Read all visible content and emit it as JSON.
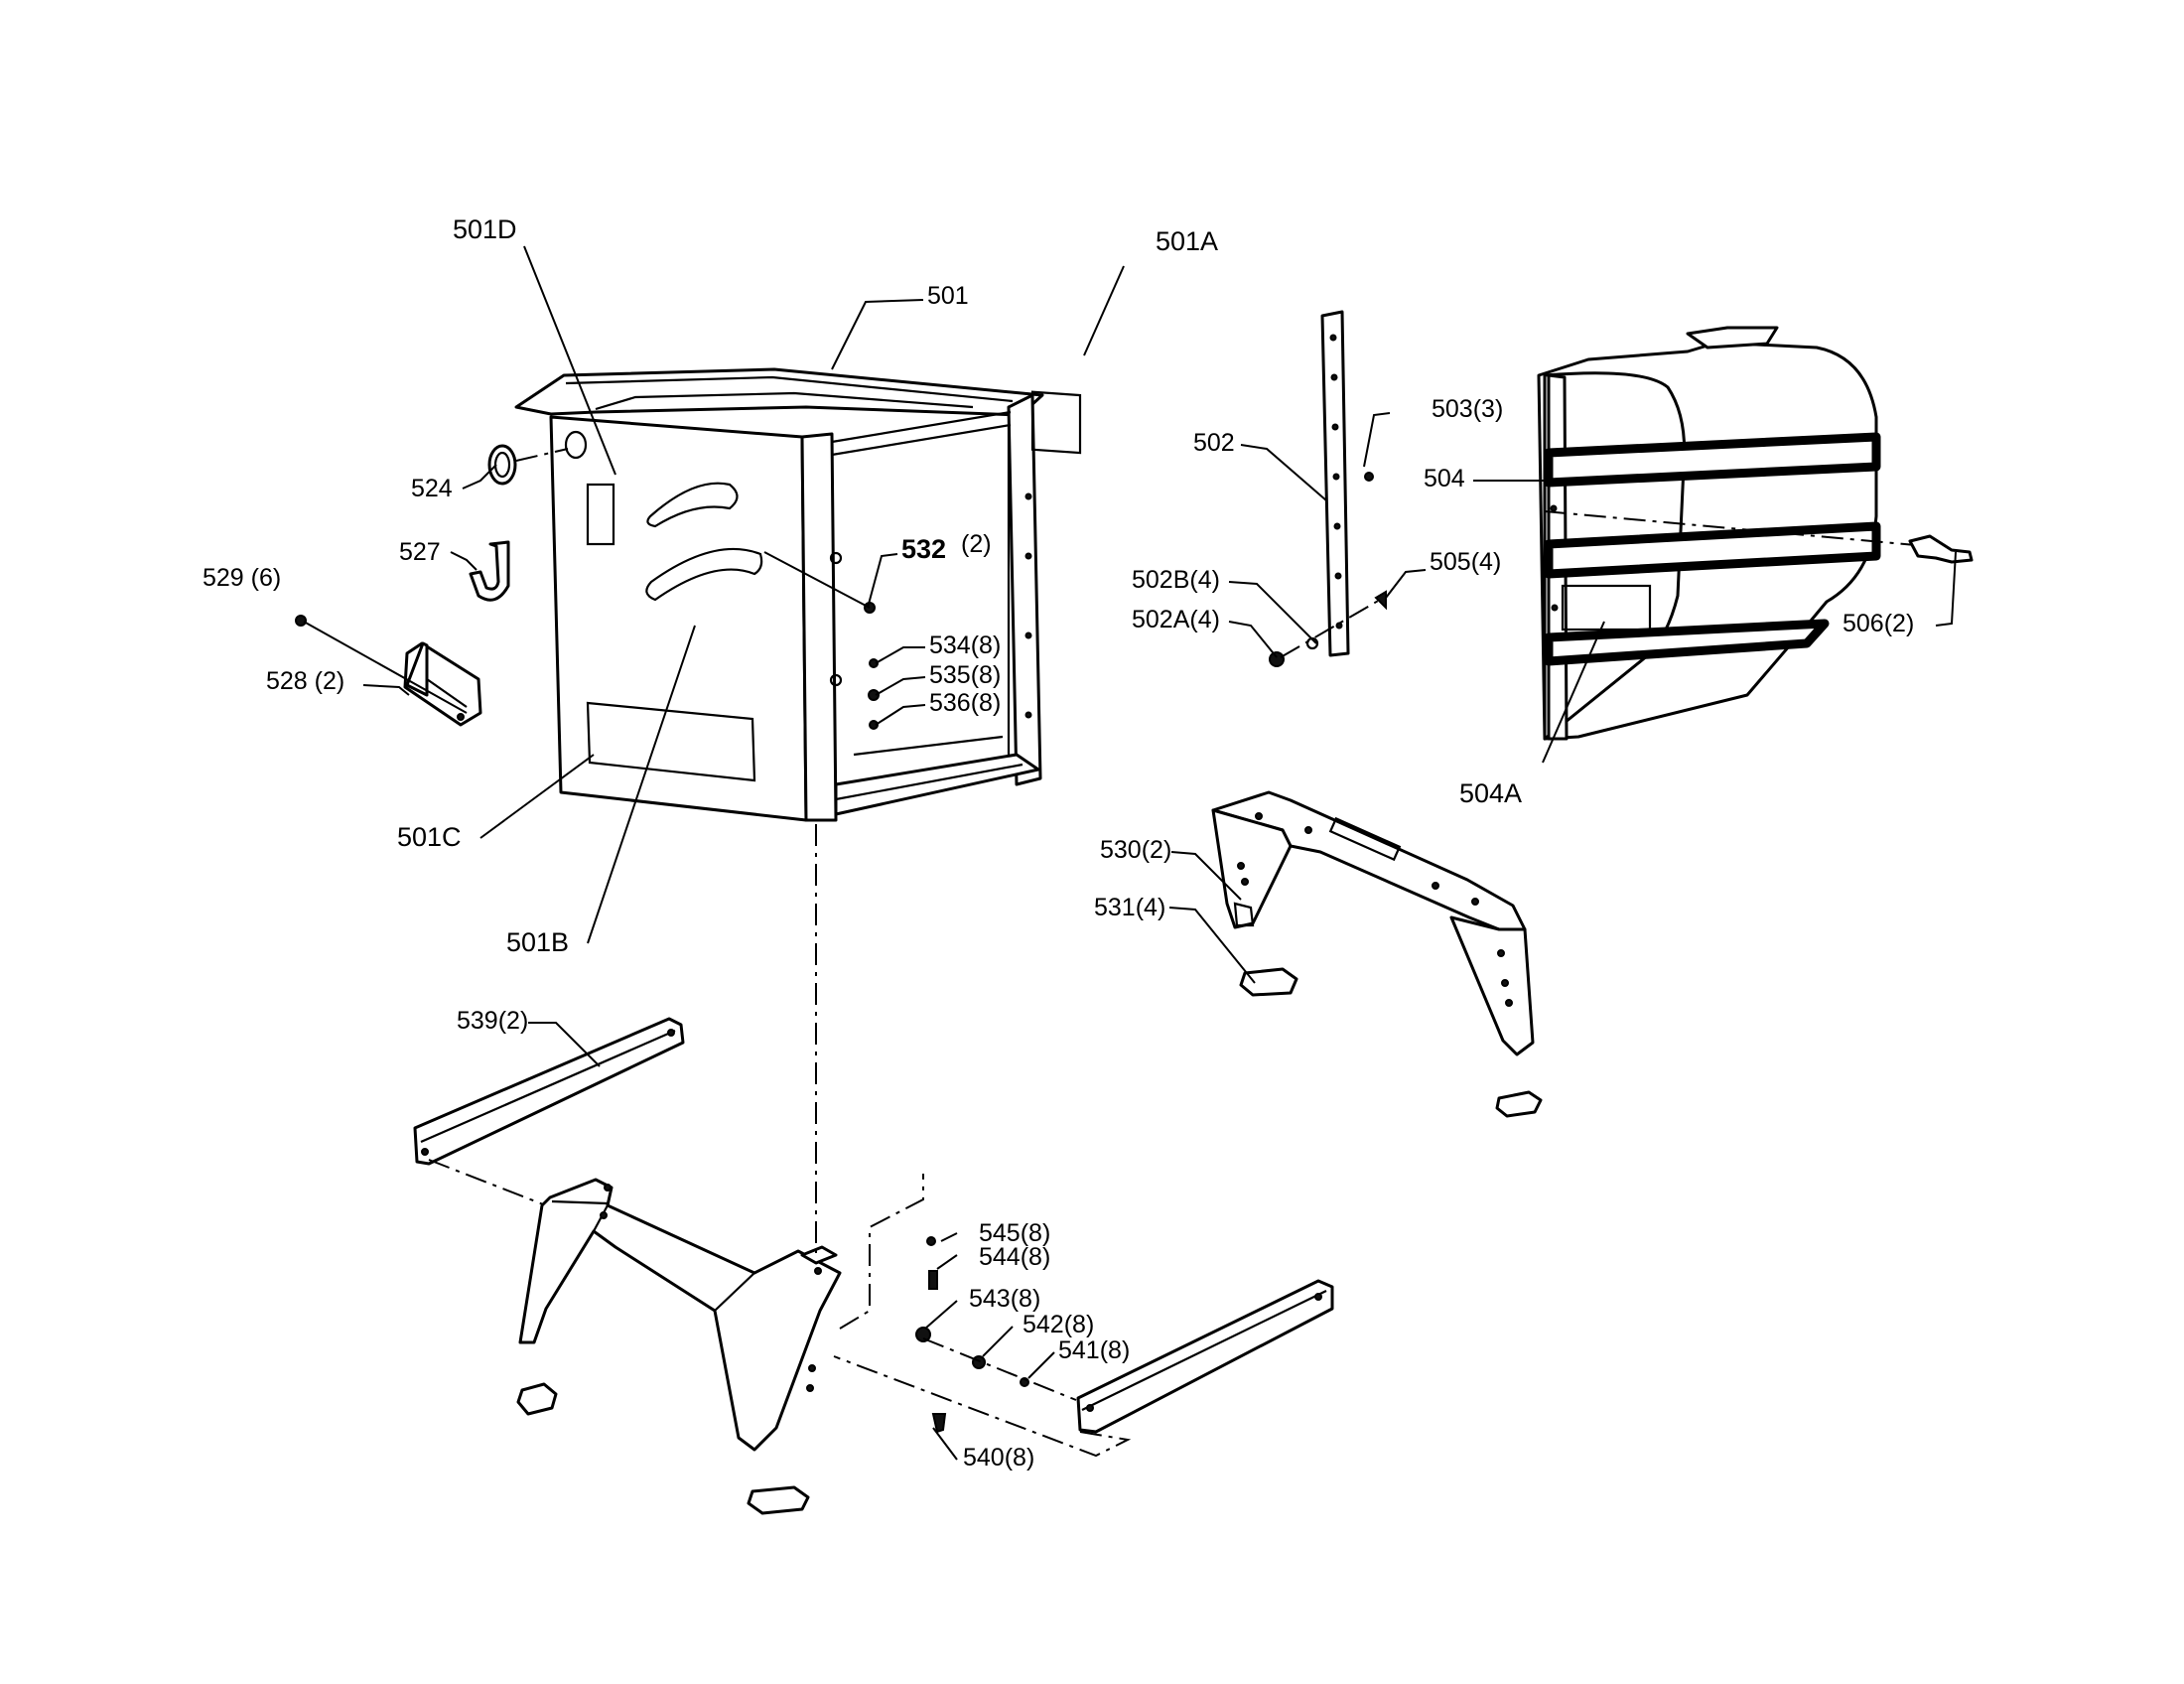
{
  "labels": {
    "l501D": "501D",
    "l501": "501",
    "l501A": "501A",
    "l524": "524",
    "l527": "527",
    "l529": "529  (6)",
    "l528": "528  (2)",
    "l532": "532",
    "l532q": "(2)",
    "l534": "534(8)",
    "l535": "535(8)",
    "l536": "536(8)",
    "l501C": "501C",
    "l501B": "501B",
    "l502": "502",
    "l503": "503(3)",
    "l502B": "502B(4)",
    "l502A": "502A(4)",
    "l505": "505(4)",
    "l504": "504",
    "l506": "506(2)",
    "l504A": "504A",
    "l530": "530(2)",
    "l531": "531(4)",
    "l539": "539(2)",
    "l545": "545(8)",
    "l544": "544(8)",
    "l543": "543(8)",
    "l542": "542(8)",
    "l541": "541(8)",
    "l540": "540(8)"
  }
}
